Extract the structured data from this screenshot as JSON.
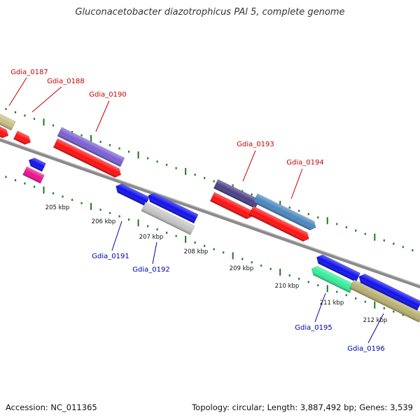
{
  "title": "Gluconacetobacter diazotrophicus PAl 5, complete genome",
  "footer": {
    "accession": "Accession: NC_011365",
    "summary": "Topology: circular; Length: 3,887,492 bp; Genes: 3,539"
  },
  "colors": {
    "plus_label": "#cc0000",
    "minus_label": "#0000aa",
    "backbone": "#8a8a8a",
    "tick": "#1a7a1a"
  },
  "scale_labels": [
    "205 kbp",
    "206 kbp",
    "207 kbp",
    "208 kbp",
    "209 kbp",
    "210 kbp",
    "211 kbp",
    "212 kbp"
  ],
  "genes": [
    {
      "name": "",
      "color": "#c8bf82",
      "strand": "+"
    },
    {
      "name": "",
      "color": "#ff1010",
      "strand": "+"
    },
    {
      "name": "",
      "color": "#ff1010",
      "strand": "+"
    },
    {
      "name": "",
      "color": "#1010ee",
      "strand": "-"
    },
    {
      "name": "",
      "color": "#ee1090",
      "strand": "-"
    },
    {
      "name": "",
      "color": "#7a5fd6",
      "strand": "+"
    },
    {
      "name": "",
      "color": "#ff1010",
      "strand": "+"
    },
    {
      "name": "",
      "color": "#1010ee",
      "strand": "-"
    },
    {
      "name": "",
      "color": "#1010ee",
      "strand": "-"
    },
    {
      "name": "",
      "color": "#c4c4c4",
      "strand": "-"
    },
    {
      "name": "",
      "color": "#4a4088",
      "strand": "+"
    },
    {
      "name": "",
      "color": "#4a86c0",
      "strand": "+"
    },
    {
      "name": "",
      "color": "#ff1010",
      "strand": "+"
    },
    {
      "name": "",
      "color": "#ff1010",
      "strand": "+"
    },
    {
      "name": "",
      "color": "#1010ee",
      "strand": "-"
    },
    {
      "name": "",
      "color": "#1010ee",
      "strand": "-"
    },
    {
      "name": "",
      "color": "#33ee99",
      "strand": "-"
    },
    {
      "name": "",
      "color": "#b8b070",
      "strand": "-"
    }
  ],
  "gene_labels": [
    {
      "text": "Gdia_0187",
      "strand": "+"
    },
    {
      "text": "Gdia_0188",
      "strand": "+"
    },
    {
      "text": "Gdia_0190",
      "strand": "+"
    },
    {
      "text": "Gdia_0191",
      "strand": "-"
    },
    {
      "text": "Gdia_0192",
      "strand": "-"
    },
    {
      "text": "Gdia_0193",
      "strand": "+"
    },
    {
      "text": "Gdia_0194",
      "strand": "+"
    },
    {
      "text": "Gdia_0195",
      "strand": "-"
    },
    {
      "text": "Gdia_0196",
      "strand": "-"
    }
  ]
}
